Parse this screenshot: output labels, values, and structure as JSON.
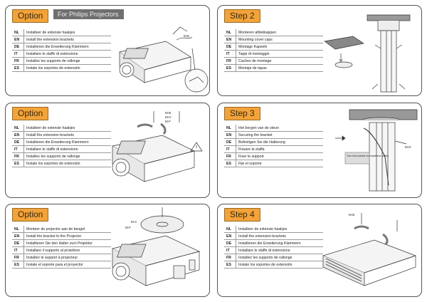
{
  "panels": [
    {
      "id": "option-top",
      "tag": "Option",
      "subtag": "For Philips Projectors",
      "rows": [
        {
          "code": "NL",
          "text": "Installeer de extensie haakjes"
        },
        {
          "code": "EN",
          "text": "Install the extension brackets"
        },
        {
          "code": "DE",
          "text": "Installieren die Erweiterung Klammern"
        },
        {
          "code": "IT",
          "text": "Installare le staffe di estensione"
        },
        {
          "code": "FR",
          "text": "Installez les supports de rallonge"
        },
        {
          "code": "ES",
          "text": "Instale los soportes de extensión"
        }
      ],
      "labels": [
        "M-E"
      ]
    },
    {
      "id": "step2",
      "tag": "Step 2",
      "rows": [
        {
          "code": "NL",
          "text": "Monteren afdekkappen"
        },
        {
          "code": "EN",
          "text": "Mounting cover caps"
        },
        {
          "code": "DE",
          "text": "Montage Kapseln"
        },
        {
          "code": "IT",
          "text": "Tappi di montaggio"
        },
        {
          "code": "FR",
          "text": "Caches de montage"
        },
        {
          "code": "ES",
          "text": "Montaje de tapas"
        }
      ]
    },
    {
      "id": "option-mid",
      "tag": "Option",
      "rows": [
        {
          "code": "NL",
          "text": "Installeer de extensie haakjes"
        },
        {
          "code": "EN",
          "text": "Install the extension brackets"
        },
        {
          "code": "DE",
          "text": "Installieren die Erweiterung Klammern"
        },
        {
          "code": "IT",
          "text": "Installare le staffe di estensione"
        },
        {
          "code": "FR",
          "text": "Installez les supports de rallonge"
        },
        {
          "code": "ES",
          "text": "Instale los soportes de extensión"
        }
      ],
      "labels": [
        "M-B",
        "M-H",
        "M-F"
      ]
    },
    {
      "id": "step3",
      "tag": "Step 3",
      "rows": [
        {
          "code": "NL",
          "text": "Het borgen van de steun"
        },
        {
          "code": "EN",
          "text": "Securing the bracket"
        },
        {
          "code": "DE",
          "text": "Befestigen Sie die Halterung"
        },
        {
          "code": "IT",
          "text": "Fissare la staffa"
        },
        {
          "code": "FR",
          "text": "Fixer le support"
        },
        {
          "code": "ES",
          "text": "Fije el soporte"
        }
      ],
      "labels": [
        "M-D"
      ],
      "note": "Turn bolt outside for maximum safety"
    },
    {
      "id": "option-bottom",
      "tag": "Option",
      "rows": [
        {
          "code": "NL",
          "text": "Monteer de projector aan de beugel"
        },
        {
          "code": "EN",
          "text": "Install the bracket to the Projector"
        },
        {
          "code": "DE",
          "text": "Installieren Sie den Halter zum Projektor"
        },
        {
          "code": "IT",
          "text": "Installare il supporto al proiettore"
        },
        {
          "code": "FR",
          "text": "Installez le support à projecteur"
        },
        {
          "code": "ES",
          "text": "Instale el soporte para el proyector"
        }
      ],
      "labels": [
        "M-C",
        "M-F"
      ]
    },
    {
      "id": "step4",
      "tag": "Step 4",
      "rows": [
        {
          "code": "NL",
          "text": "Installeer de extensie haakjes"
        },
        {
          "code": "EN",
          "text": "Install the extension brackets"
        },
        {
          "code": "DE",
          "text": "Installieren die Erweiterung Klammern"
        },
        {
          "code": "IT",
          "text": "Installare le staffe di estensione"
        },
        {
          "code": "FR",
          "text": "Installez les supports de rallonge"
        },
        {
          "code": "ES",
          "text": "Instale los soportes de extensión"
        }
      ],
      "labels": [
        "M-B"
      ]
    }
  ]
}
